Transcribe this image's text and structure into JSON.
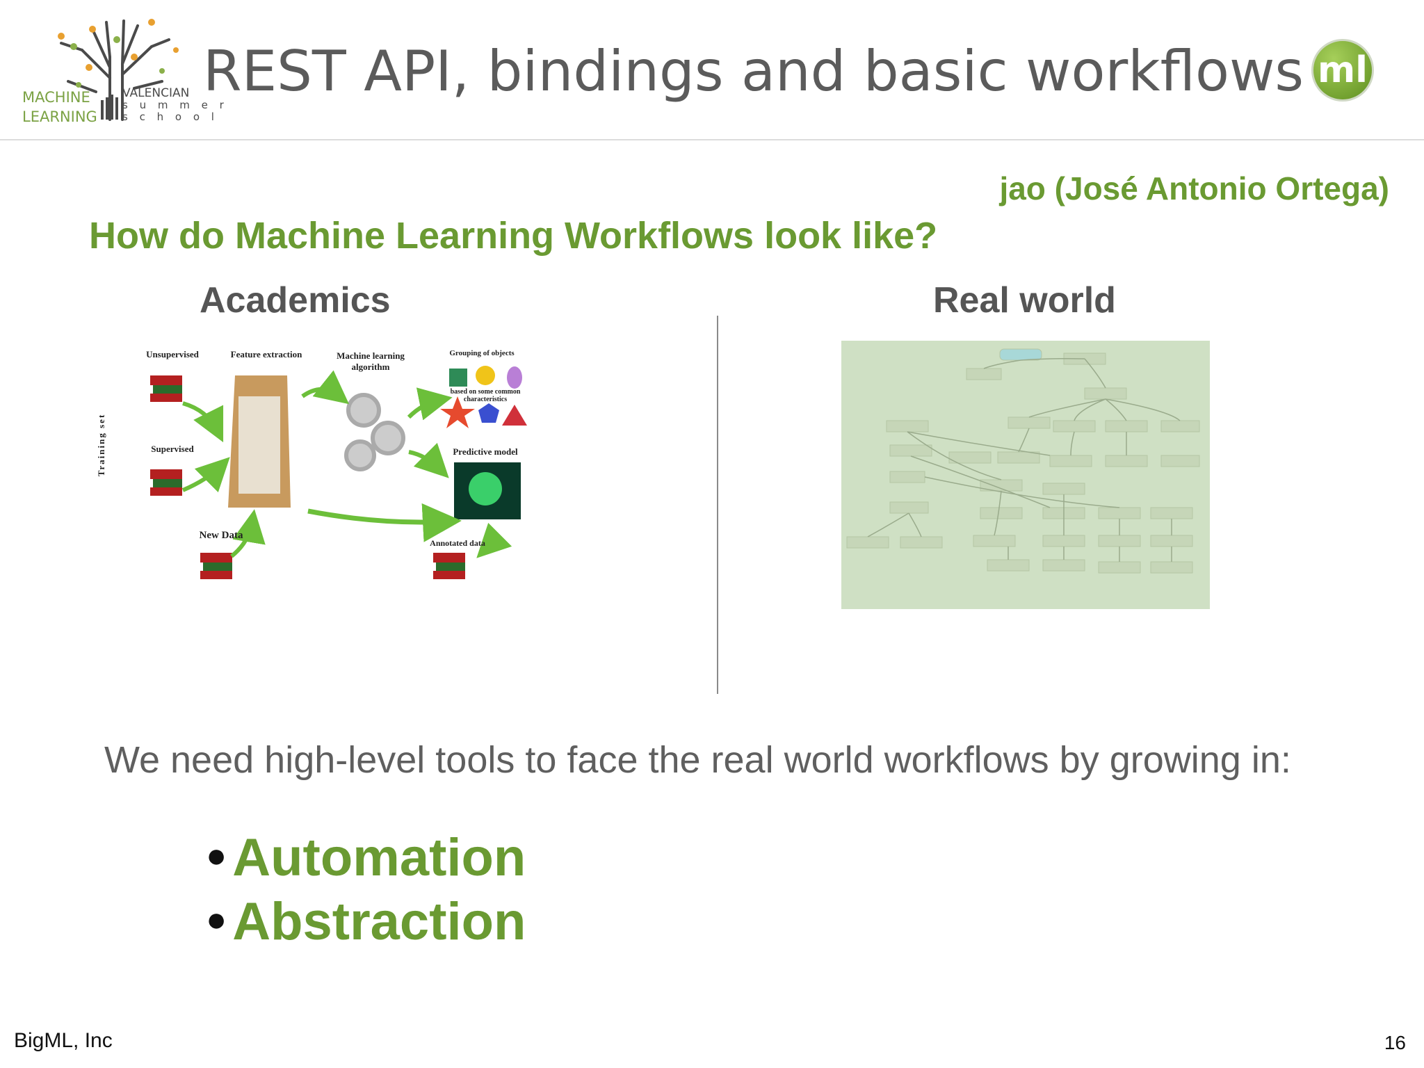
{
  "header": {
    "logo_left_line1": "MACHINE",
    "logo_left_line2": "LEARNING",
    "logo_right_line1": "VALENCIAN",
    "logo_right_line2": "s u m m e r",
    "logo_right_line3": "s c h o o l",
    "title": "REST API, bindings and basic workflows",
    "ml_logo_text": "ml"
  },
  "author": "jao (José Antonio Ortega)",
  "question": "How do Machine Learning Workflows look like?",
  "columns": {
    "left_heading": "Academics",
    "right_heading": "Real world"
  },
  "academics_diagram": {
    "labels": {
      "unsupervised": "Unsupervised",
      "feature_extraction": "Feature extraction",
      "ml_algorithm_1": "Machine learning",
      "ml_algorithm_2": "algorithm",
      "grouping": "Grouping of objects",
      "grouping_sub_1": "based on some common",
      "grouping_sub_2": "characteristics",
      "training_set": "Training set",
      "supervised": "Supervised",
      "predictive_model": "Predictive model",
      "new_data": "New Data",
      "annotated_data": "Annotated data"
    }
  },
  "body_text": "We need high-level tools to face the real world workflows by growing in:",
  "bullets": [
    "Automation",
    "Abstraction"
  ],
  "footer": {
    "company": "BigML, Inc",
    "page_number": "16"
  },
  "colors": {
    "accent_green": "#6a9a32",
    "title_gray": "#5b5b5b",
    "realworld_bg": "#cfe0c4"
  }
}
